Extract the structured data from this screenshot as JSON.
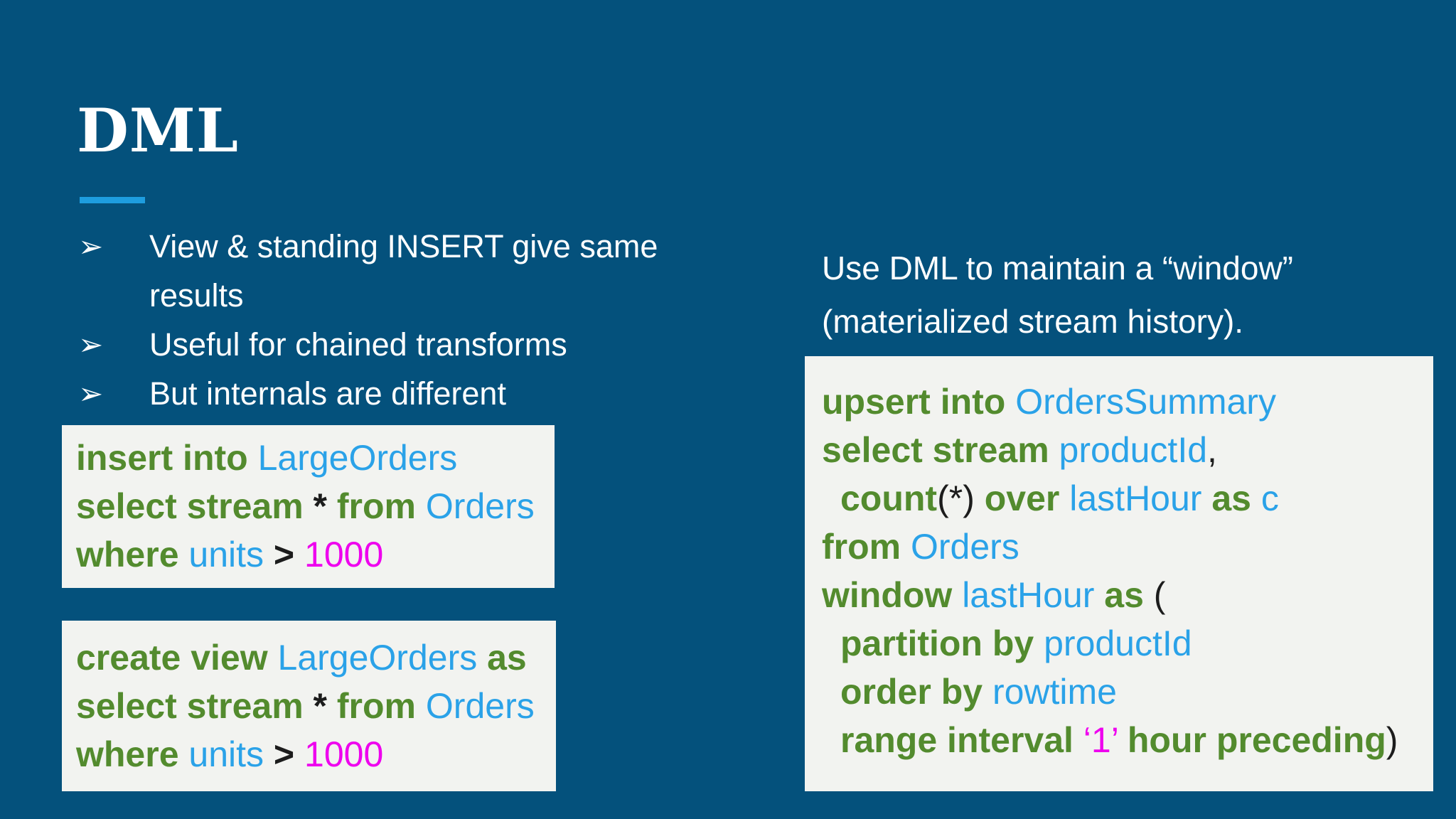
{
  "slide": {
    "title": "DML",
    "bullets": [
      {
        "marker": "➢",
        "text": "View & standing INSERT give same results"
      },
      {
        "marker": "➢",
        "text": "Useful for chained transforms"
      },
      {
        "marker": "➢",
        "text": "But internals are different"
      }
    ],
    "note": {
      "line1": "Use DML to maintain a “window”",
      "line2": "(materialized stream history)."
    }
  },
  "colors": {
    "background": "#04517c",
    "accent_bar": "#1e9ddf",
    "code_background": "#f2f3f0",
    "keyword": "#538b2e",
    "identifier": "#2aa2e8",
    "literal": "#ee00ee",
    "punctuation": "#1c1c1c",
    "text": "#ffffff"
  },
  "code_boxes": {
    "insert": {
      "lines": [
        {
          "tokens": [
            {
              "t": "kw",
              "v": "insert into "
            },
            {
              "t": "id",
              "v": "LargeOrders"
            }
          ]
        },
        {
          "tokens": [
            {
              "t": "kw",
              "v": "select stream "
            },
            {
              "t": "pb",
              "v": "* "
            },
            {
              "t": "kw",
              "v": "from "
            },
            {
              "t": "id",
              "v": "Orders"
            }
          ]
        },
        {
          "tokens": [
            {
              "t": "kw",
              "v": "where "
            },
            {
              "t": "id",
              "v": "units "
            },
            {
              "t": "pb",
              "v": "> "
            },
            {
              "t": "num",
              "v": "1000"
            }
          ]
        }
      ]
    },
    "create_view": {
      "lines": [
        {
          "tokens": [
            {
              "t": "kw",
              "v": "create view "
            },
            {
              "t": "id",
              "v": "LargeOrders "
            },
            {
              "t": "kw",
              "v": "as"
            }
          ]
        },
        {
          "tokens": [
            {
              "t": "kw",
              "v": "select stream "
            },
            {
              "t": "pb",
              "v": "* "
            },
            {
              "t": "kw",
              "v": "from "
            },
            {
              "t": "id",
              "v": "Orders"
            }
          ]
        },
        {
          "tokens": [
            {
              "t": "kw",
              "v": "where "
            },
            {
              "t": "id",
              "v": "units "
            },
            {
              "t": "pb",
              "v": "> "
            },
            {
              "t": "num",
              "v": "1000"
            }
          ]
        }
      ]
    },
    "upsert": {
      "lines": [
        {
          "tokens": [
            {
              "t": "kw",
              "v": "upsert into "
            },
            {
              "t": "id",
              "v": "OrdersSummary"
            }
          ]
        },
        {
          "tokens": [
            {
              "t": "kw",
              "v": "select stream "
            },
            {
              "t": "id",
              "v": "productId"
            },
            {
              "t": "p",
              "v": ","
            }
          ]
        },
        {
          "indent": true,
          "tokens": [
            {
              "t": "kw",
              "v": "count"
            },
            {
              "t": "p",
              "v": "(*) "
            },
            {
              "t": "kw",
              "v": "over "
            },
            {
              "t": "id",
              "v": "lastHour "
            },
            {
              "t": "kw",
              "v": "as "
            },
            {
              "t": "id",
              "v": "c"
            }
          ]
        },
        {
          "tokens": [
            {
              "t": "kw",
              "v": "from "
            },
            {
              "t": "id",
              "v": "Orders"
            }
          ]
        },
        {
          "tokens": [
            {
              "t": "kw",
              "v": "window "
            },
            {
              "t": "id",
              "v": "lastHour "
            },
            {
              "t": "kw",
              "v": "as "
            },
            {
              "t": "p",
              "v": "("
            }
          ]
        },
        {
          "indent": true,
          "tokens": [
            {
              "t": "kw",
              "v": "partition by "
            },
            {
              "t": "id",
              "v": "productId"
            }
          ]
        },
        {
          "indent": true,
          "tokens": [
            {
              "t": "kw",
              "v": "order by "
            },
            {
              "t": "id",
              "v": "rowtime"
            }
          ]
        },
        {
          "indent": true,
          "tokens": [
            {
              "t": "kw",
              "v": "range interval "
            },
            {
              "t": "num",
              "v": "‘1’ "
            },
            {
              "t": "kw",
              "v": "hour preceding"
            },
            {
              "t": "p",
              "v": ")"
            }
          ]
        }
      ]
    }
  }
}
